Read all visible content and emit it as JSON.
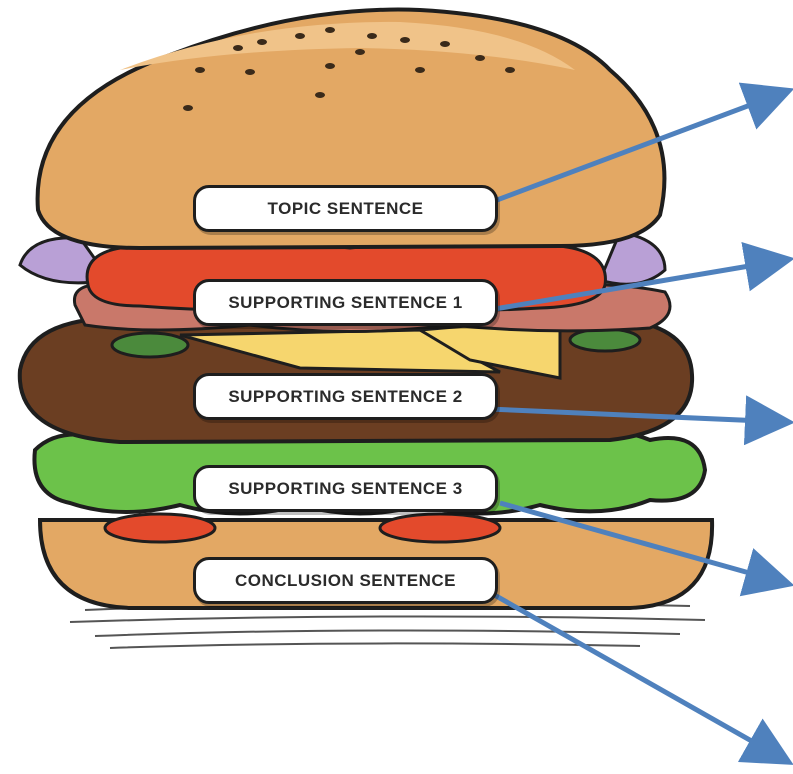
{
  "labels": {
    "topic": "TOPIC SENTENCE",
    "supporting_1": "SUPPORTING SENTENCE 1",
    "supporting_2": "SUPPORTING SENTENCE 2",
    "supporting_3": "SUPPORTING SENTENCE 3",
    "conclusion": "CONCLUSION SENTENCE"
  },
  "colors": {
    "arrow": "#4f81bd",
    "bun": "#e3a864",
    "tomato": "#e34a2c",
    "patty": "#6b3e22",
    "lettuce": "#6cc24a",
    "cheese": "#f6d66e",
    "onion": "#b9a0d6",
    "ham": "#c9786a",
    "outline": "#1e1e1e"
  }
}
